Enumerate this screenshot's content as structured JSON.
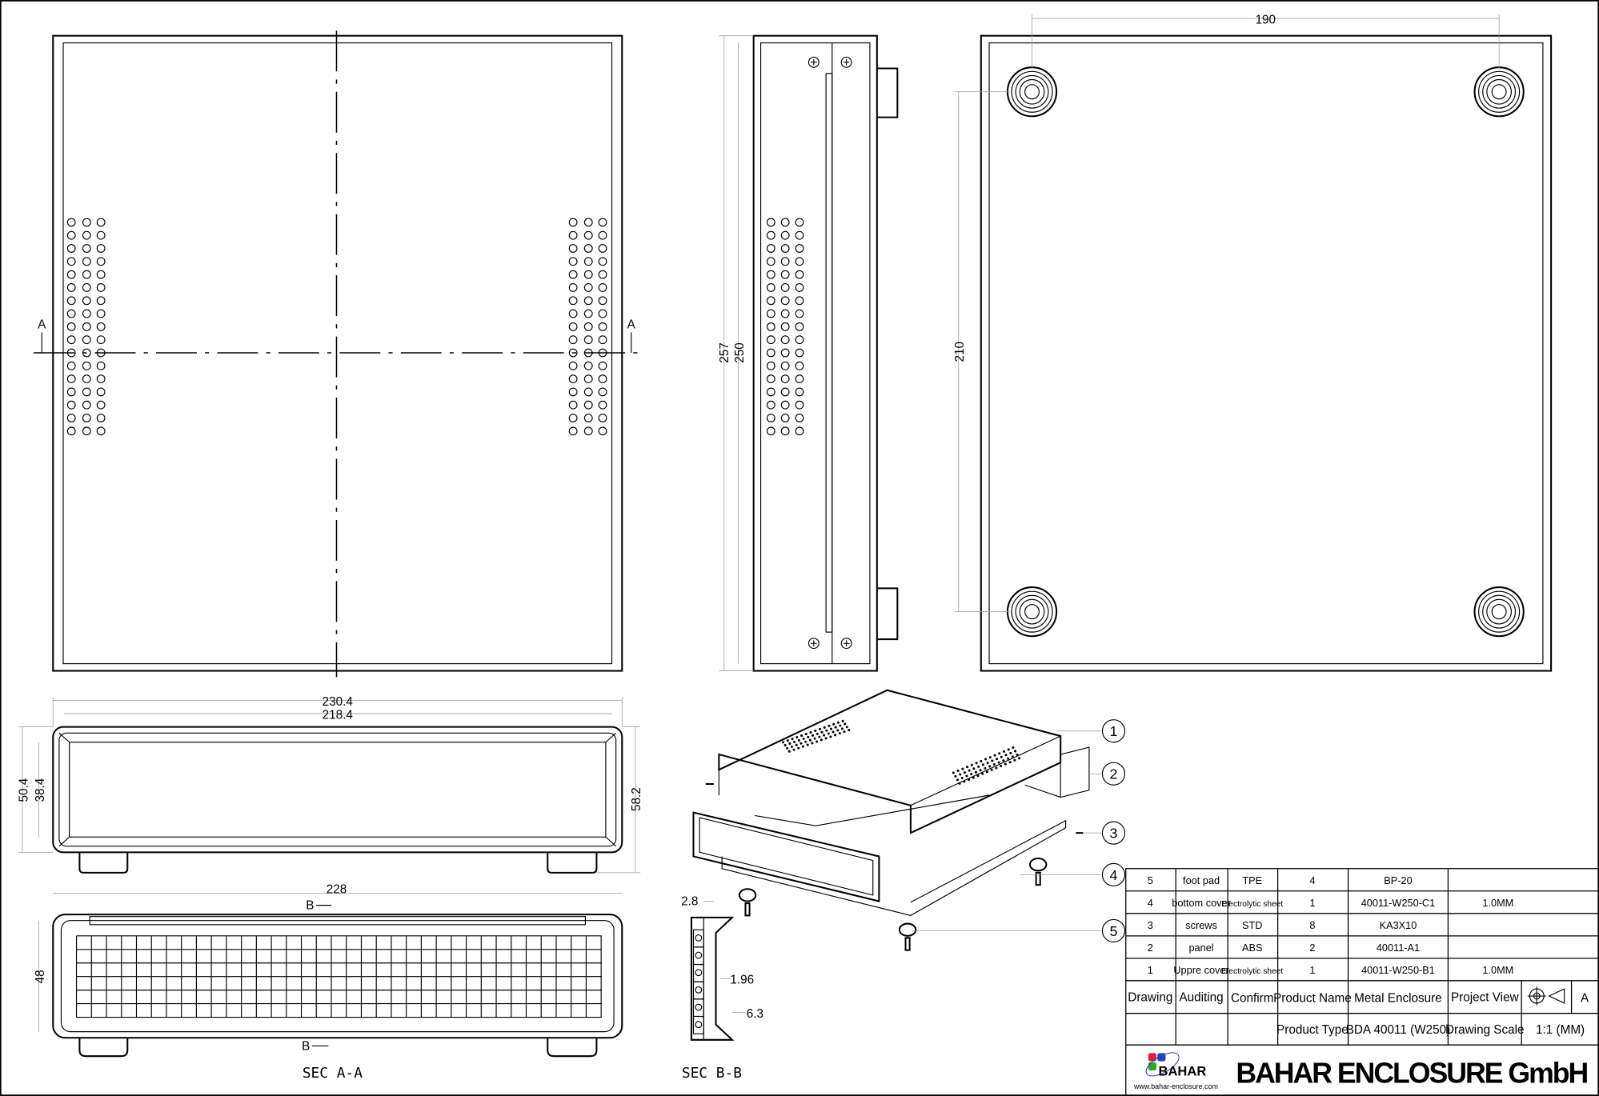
{
  "views": {
    "section_a_label": "A",
    "section_b_label": "B",
    "sec_aa": "SEC A-A",
    "sec_bb": "SEC B-B"
  },
  "dimensions": {
    "height_257": "257",
    "height_250": "250",
    "foot_spacing_x": "190",
    "foot_spacing_y": "210",
    "width_outer": "230.4",
    "width_inner": "218.4",
    "height_front_outer": "50.4",
    "height_front_inner": "38.4",
    "height_with_feet": "58.2",
    "section_width": "228",
    "section_height": "48",
    "wall_2_8": "2.8",
    "wall_1_96": "1.96",
    "wall_6_3": "6.3"
  },
  "balloons": [
    "1",
    "2",
    "3",
    "4",
    "5"
  ],
  "bom": [
    {
      "no": "5",
      "name": "foot pad",
      "material": "TPE",
      "qty": "4",
      "code": "BP-20",
      "note": ""
    },
    {
      "no": "4",
      "name": "bottom cover",
      "material": "Electrolytic sheet",
      "qty": "1",
      "code": "40011-W250-C1",
      "note": "1.0MM"
    },
    {
      "no": "3",
      "name": "screws",
      "material": "STD",
      "qty": "8",
      "code": "KA3X10",
      "note": ""
    },
    {
      "no": "2",
      "name": "panel",
      "material": "ABS",
      "qty": "2",
      "code": "40011-A1",
      "note": ""
    },
    {
      "no": "1",
      "name": "Uppre cover",
      "material": "Electrolytic sheet",
      "qty": "1",
      "code": "40011-W250-B1",
      "note": "1.0MM"
    }
  ],
  "title_block": {
    "drawing": "Drawing",
    "auditing": "Auditing",
    "confirm": "Confirm",
    "product_name_label": "Product Name",
    "product_name": "Metal Enclosure",
    "project_view_label": "Project View",
    "sheet": "A",
    "product_type_label": "Product Type",
    "product_type": "BDA 40011 (W250)",
    "drawing_scale_label": "Drawing Scale",
    "drawing_scale": "1:1 (MM)",
    "logo_text": "BAHAR",
    "website": "www.bahar-enclosure.com",
    "company": "BAHAR ENCLOSURE GmbH"
  }
}
